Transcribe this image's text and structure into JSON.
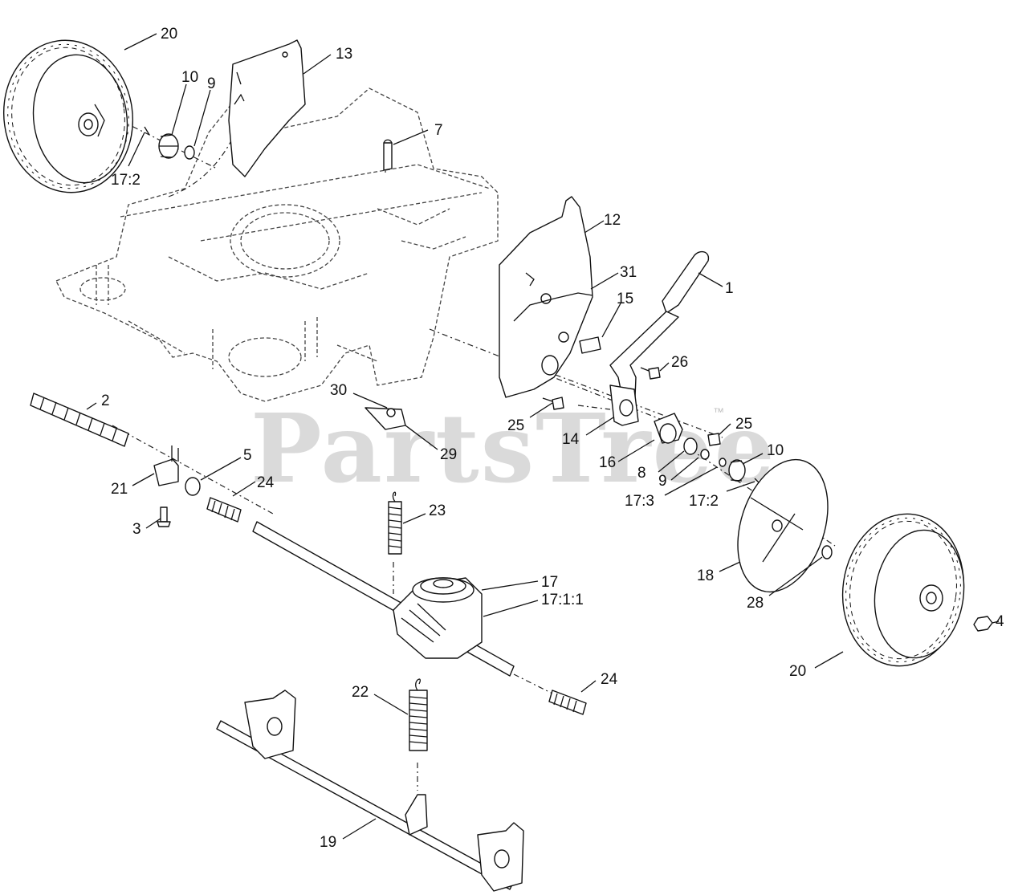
{
  "watermark": {
    "text": "PartsTree",
    "trademark": "™"
  },
  "callouts": [
    {
      "id": "20a",
      "text": "20"
    },
    {
      "id": "10a",
      "text": "10"
    },
    {
      "id": "9a",
      "text": "9"
    },
    {
      "id": "13",
      "text": "13"
    },
    {
      "id": "7",
      "text": "7"
    },
    {
      "id": "17-2a",
      "text": "17:2"
    },
    {
      "id": "12",
      "text": "12"
    },
    {
      "id": "31",
      "text": "31"
    },
    {
      "id": "1",
      "text": "1"
    },
    {
      "id": "15",
      "text": "15"
    },
    {
      "id": "26",
      "text": "26"
    },
    {
      "id": "2",
      "text": "2"
    },
    {
      "id": "30",
      "text": "30"
    },
    {
      "id": "25a",
      "text": "25"
    },
    {
      "id": "25b",
      "text": "25"
    },
    {
      "id": "14",
      "text": "14"
    },
    {
      "id": "29",
      "text": "29"
    },
    {
      "id": "10b",
      "text": "10"
    },
    {
      "id": "16",
      "text": "16"
    },
    {
      "id": "8",
      "text": "8"
    },
    {
      "id": "9b",
      "text": "9"
    },
    {
      "id": "5",
      "text": "5"
    },
    {
      "id": "24a",
      "text": "24"
    },
    {
      "id": "21",
      "text": "21"
    },
    {
      "id": "17-3",
      "text": "17:3"
    },
    {
      "id": "17-2b",
      "text": "17:2"
    },
    {
      "id": "3",
      "text": "3"
    },
    {
      "id": "23",
      "text": "23"
    },
    {
      "id": "18",
      "text": "18"
    },
    {
      "id": "17",
      "text": "17"
    },
    {
      "id": "17-1-1",
      "text": "17:1:1"
    },
    {
      "id": "28",
      "text": "28"
    },
    {
      "id": "4",
      "text": "4"
    },
    {
      "id": "20b",
      "text": "20"
    },
    {
      "id": "24b",
      "text": "24"
    },
    {
      "id": "22",
      "text": "22"
    },
    {
      "id": "19",
      "text": "19"
    }
  ]
}
